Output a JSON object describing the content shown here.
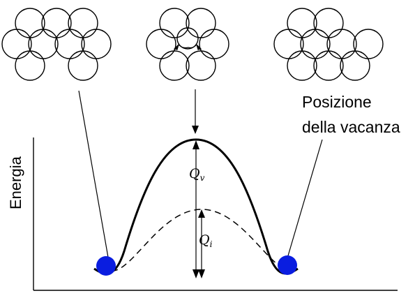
{
  "labels": {
    "vacancy_position": [
      "Posizione",
      "della vacanza"
    ],
    "energy_axis": "Energia",
    "q_v": {
      "letter": "Q",
      "subscript": "v"
    },
    "q_i": {
      "letter": "Q",
      "subscript": "i"
    }
  },
  "colors": {
    "atom_outline": "#000000",
    "interstitial_ball": "#0a1de0",
    "background": "#ffffff"
  },
  "clusters": [
    {
      "name": "cluster-left",
      "state": "vacancy-in-center"
    },
    {
      "name": "cluster-middle",
      "state": "atom-jumping"
    },
    {
      "name": "cluster-right",
      "state": "vacancy-moved"
    }
  ]
}
